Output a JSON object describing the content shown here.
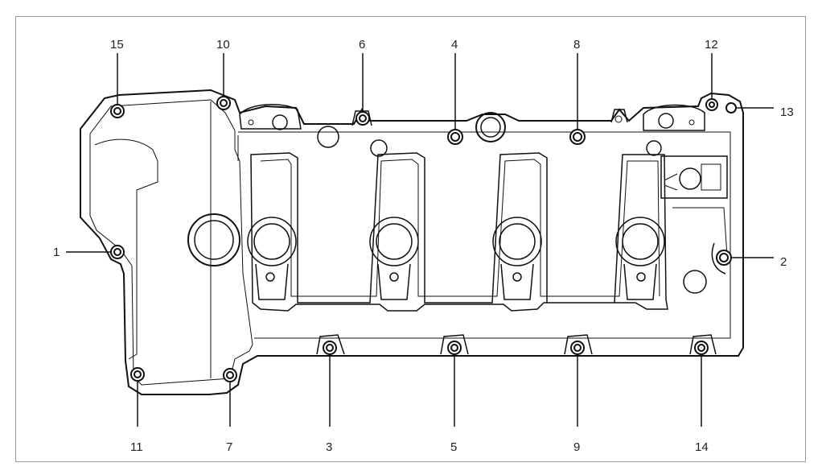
{
  "diagram": {
    "callouts": [
      {
        "id": "1",
        "label": "1"
      },
      {
        "id": "2",
        "label": "2"
      },
      {
        "id": "3",
        "label": "3"
      },
      {
        "id": "4",
        "label": "4"
      },
      {
        "id": "5",
        "label": "5"
      },
      {
        "id": "6",
        "label": "6"
      },
      {
        "id": "7",
        "label": "7"
      },
      {
        "id": "8",
        "label": "8"
      },
      {
        "id": "9",
        "label": "9"
      },
      {
        "id": "10",
        "label": "10"
      },
      {
        "id": "11",
        "label": "11"
      },
      {
        "id": "12",
        "label": "12"
      },
      {
        "id": "13",
        "label": "13"
      },
      {
        "id": "14",
        "label": "14"
      },
      {
        "id": "15",
        "label": "15"
      }
    ],
    "colors": {
      "line": "#111111",
      "frame": "#9a9a9a",
      "fill": "#ffffff"
    }
  }
}
